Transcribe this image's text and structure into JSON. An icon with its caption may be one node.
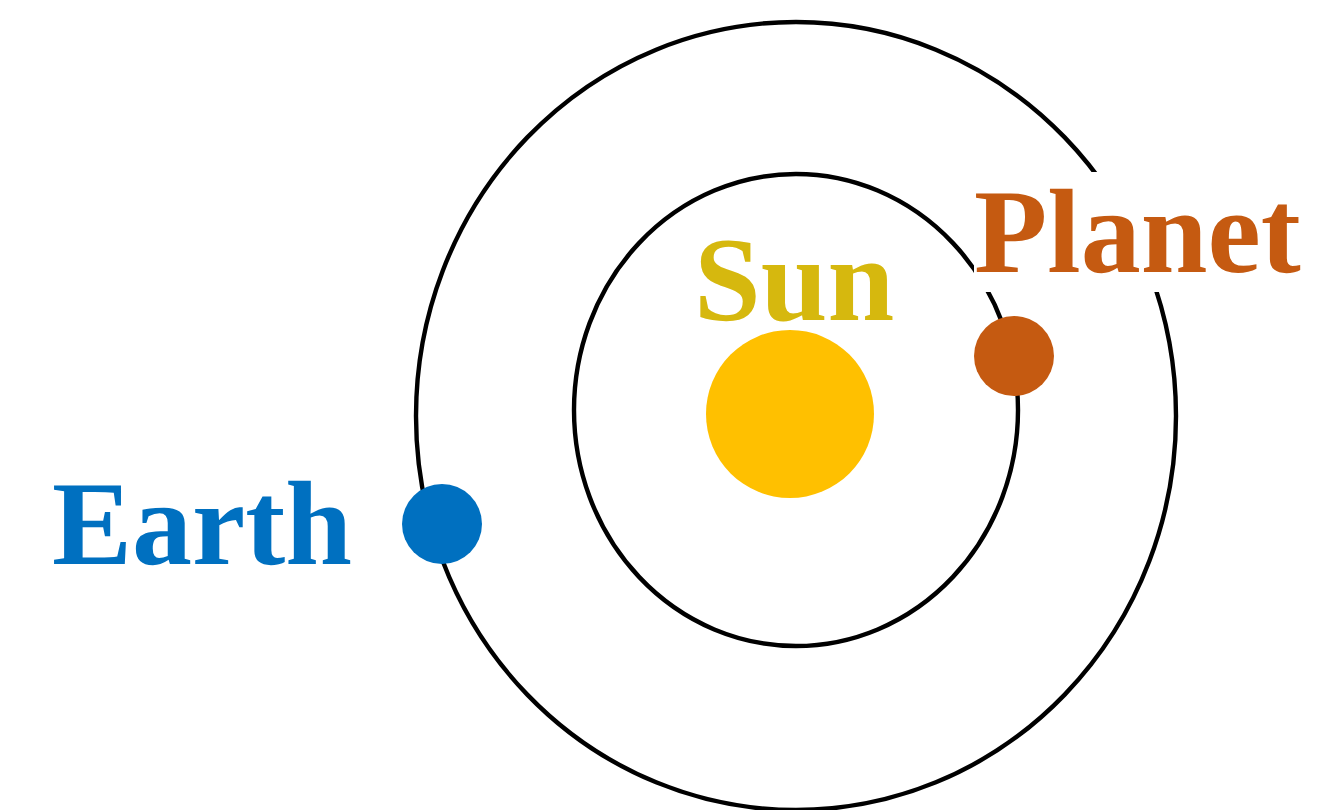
{
  "diagram": {
    "nodes": [
      {
        "text": [
          "Sun"
        ]
      },
      {
        "text": [
          "Planet"
        ]
      },
      {
        "text": [
          "Earth"
        ]
      }
    ],
    "edges": []
  }
}
